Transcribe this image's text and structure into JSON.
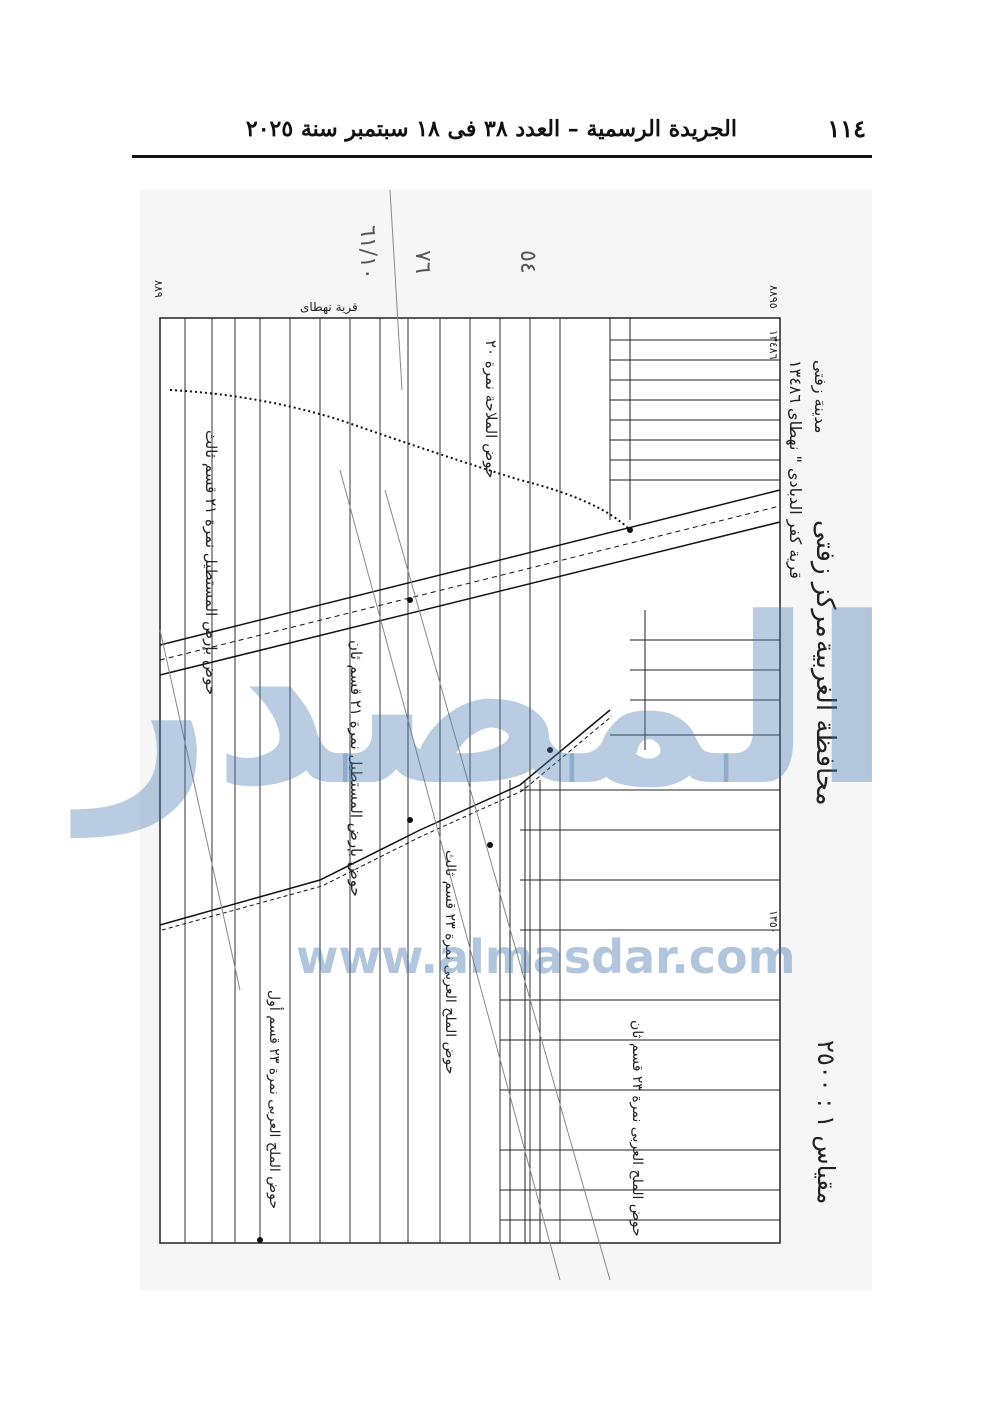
{
  "header": {
    "page_number": "١١٤",
    "issue_line": "الجريدة الرسمية – العدد ٣٨ فى ١٨ سبتمبر سنة ٢٠٢٥"
  },
  "map": {
    "governorate": "محافظة الغربية",
    "center": "مركز زفتى",
    "city": "مدينة زفتى",
    "village_line": "قرية كفر الدبادى \" نهطاى ١٣٤٨٦",
    "scale": "مقياس ١ : ٢٥٠٠",
    "village_label": "قرية نهطاى",
    "basins": [
      "حوض الملاحة نمرة ٢٠",
      "حوض بإرض المستطيل نمرة ٢١ قسم ثالث",
      "حوض بإرض المستطيل نمرة ٢١ قسم ثان",
      "حوض الملح العربى نمرة ٢٣ قسم ثالث",
      "حوض الملح العربى نمرة ٢٣ قسم ثان",
      "حوض الملح العربى نمرة ٢٣ قسم أول"
    ],
    "grid_labels": [
      "٨٨٩",
      "٨٨٩٥",
      "١٣٥٠",
      "١٣٤٨٦"
    ],
    "handwritten_labels": [
      "٥٤",
      "٧٦",
      "٦١/١٠"
    ]
  },
  "watermark": {
    "brand": "المصدر",
    "url": "www.almasdar.com"
  }
}
